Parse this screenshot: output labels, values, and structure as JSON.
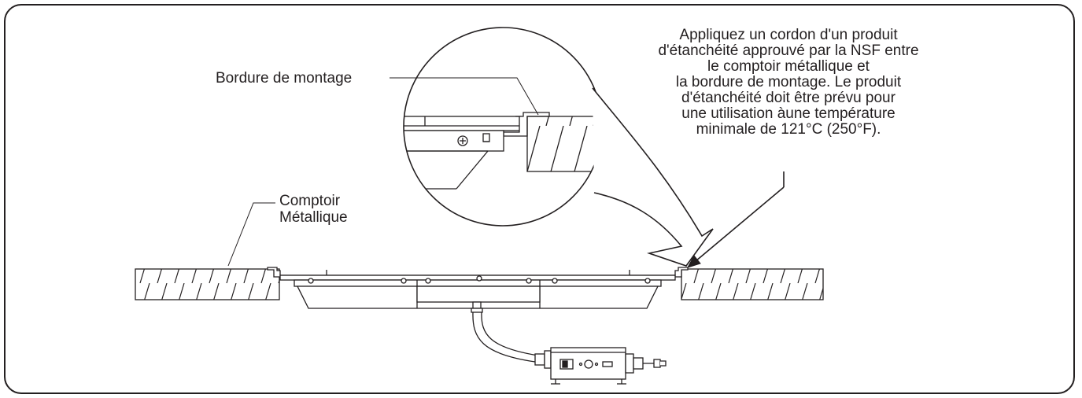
{
  "labels": {
    "mounting_edge": "Bordure de montage",
    "counter_line1": "Comptoir",
    "counter_line2": "Métallique"
  },
  "note": {
    "lines": [
      "Appliquez un cordon d'un produit",
      "d'étanchéité approuvé par la NSF entre",
      "le comptoir métallique et",
      "la bordure de montage. Le produit",
      "d'étanchéité doit être prévu pour",
      "une utilisation àune température",
      "minimale de 121°C (250°F)."
    ]
  },
  "colors": {
    "line": "#231f20",
    "background": "#ffffff"
  }
}
